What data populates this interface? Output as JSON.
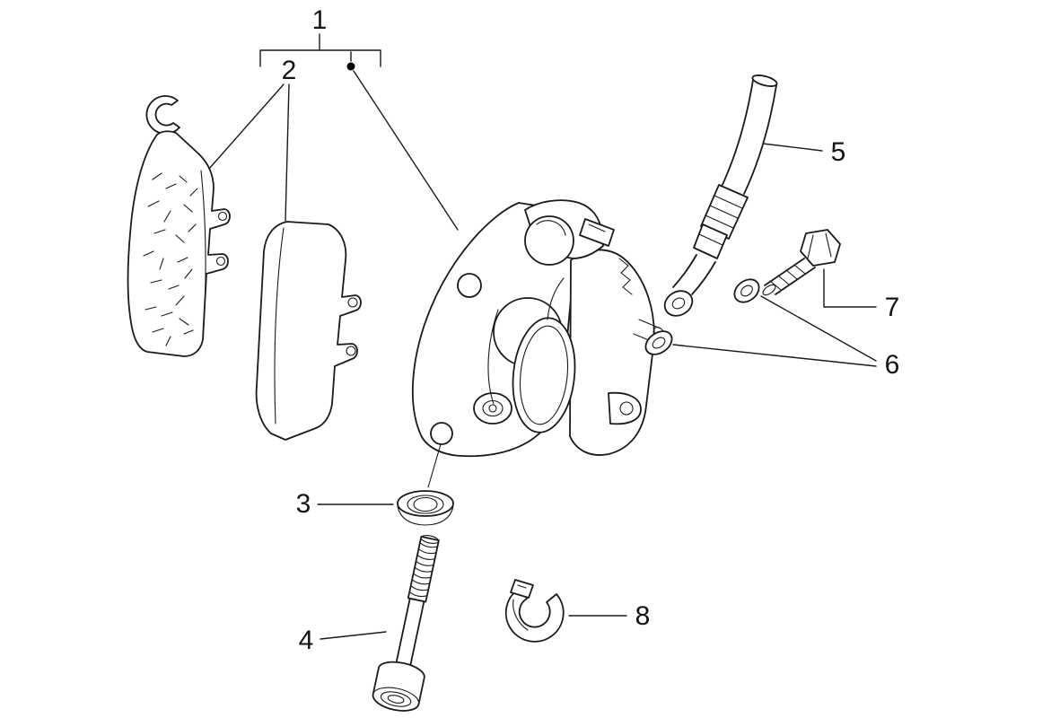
{
  "diagram": {
    "background_color": "#ffffff",
    "line_color": "#1a1a1a",
    "dot_color": "#000000",
    "callouts": [
      {
        "label": "1",
        "part": "brake-pad-kit"
      },
      {
        "label": "2",
        "part": "brake-pads"
      },
      {
        "label": "3",
        "part": "washer"
      },
      {
        "label": "4",
        "part": "caliper-mounting-bolt"
      },
      {
        "label": "5",
        "part": "brake-hose"
      },
      {
        "label": "6",
        "part": "sealing-washers"
      },
      {
        "label": "7",
        "part": "banjo-bolt"
      },
      {
        "label": "8",
        "part": "pad-retaining-clip"
      }
    ]
  }
}
